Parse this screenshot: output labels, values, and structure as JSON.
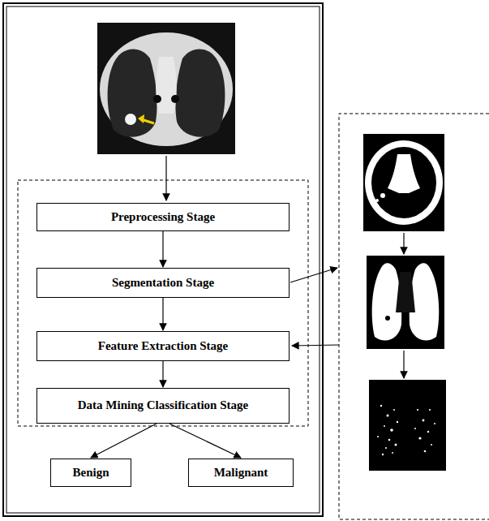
{
  "diagram": {
    "nodes": [
      {
        "text": [
          "Preprocessing Stage"
        ]
      },
      {
        "text": [
          "Segmentation Stage"
        ]
      },
      {
        "text": [
          "Feature Extraction Stage"
        ]
      },
      {
        "text": [
          "Data Mining Classification Stage"
        ]
      },
      {
        "text": [
          "Benign"
        ]
      },
      {
        "text": [
          "Malignant"
        ]
      }
    ],
    "edges": [
      {
        "from": 0,
        "to": 1,
        "arrow": "to"
      },
      {
        "from": 1,
        "to": 2,
        "arrow": "to"
      },
      {
        "from": 2,
        "to": 3,
        "arrow": "to"
      },
      {
        "from": 3,
        "to": 4,
        "arrow": "to"
      },
      {
        "from": 3,
        "to": 5,
        "arrow": "to"
      }
    ]
  }
}
